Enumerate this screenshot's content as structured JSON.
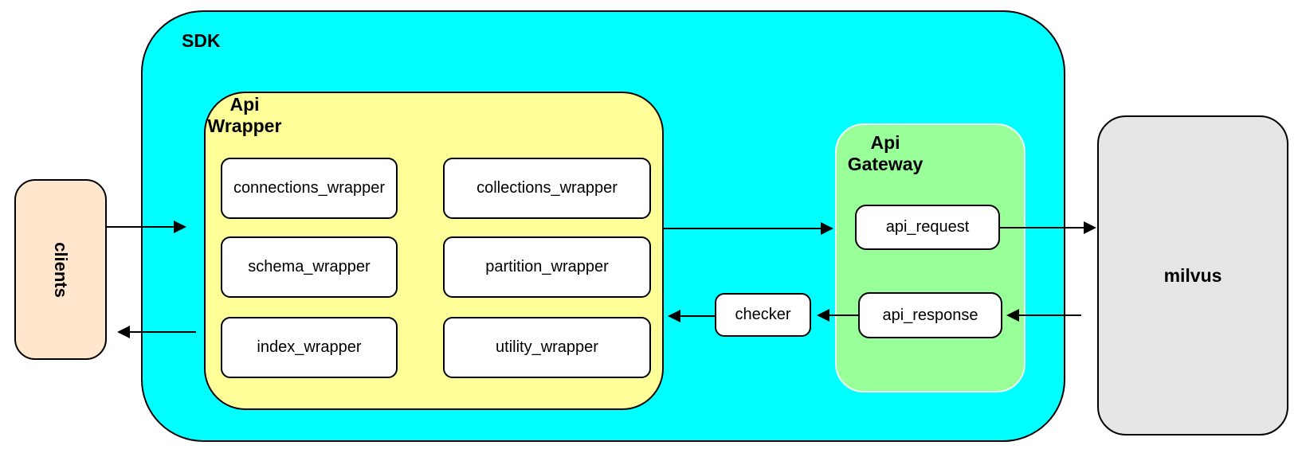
{
  "clients": {
    "label": "clients"
  },
  "sdk": {
    "label": "SDK"
  },
  "api_wrapper": {
    "label": "Api Wrapper",
    "boxes": [
      {
        "label": "connections_wrapper"
      },
      {
        "label": "collections_wrapper"
      },
      {
        "label": "schema_wrapper"
      },
      {
        "label": "partition_wrapper"
      },
      {
        "label": "index_wrapper"
      },
      {
        "label": "utility_wrapper"
      }
    ]
  },
  "api_gateway": {
    "label": "Api Gateway",
    "request_label": "api_request",
    "response_label": "api_response"
  },
  "checker": {
    "label": "checker"
  },
  "milvus": {
    "label": "milvus"
  },
  "colors": {
    "sdk_fill": "#00FFFF",
    "api_wrapper_fill": "#FFFF99",
    "api_gateway_fill": "#99FF99",
    "clients_fill": "#FFE6CC",
    "milvus_fill": "#E6E6E6",
    "node_fill": "#FFFFFF",
    "line": "#000000"
  }
}
